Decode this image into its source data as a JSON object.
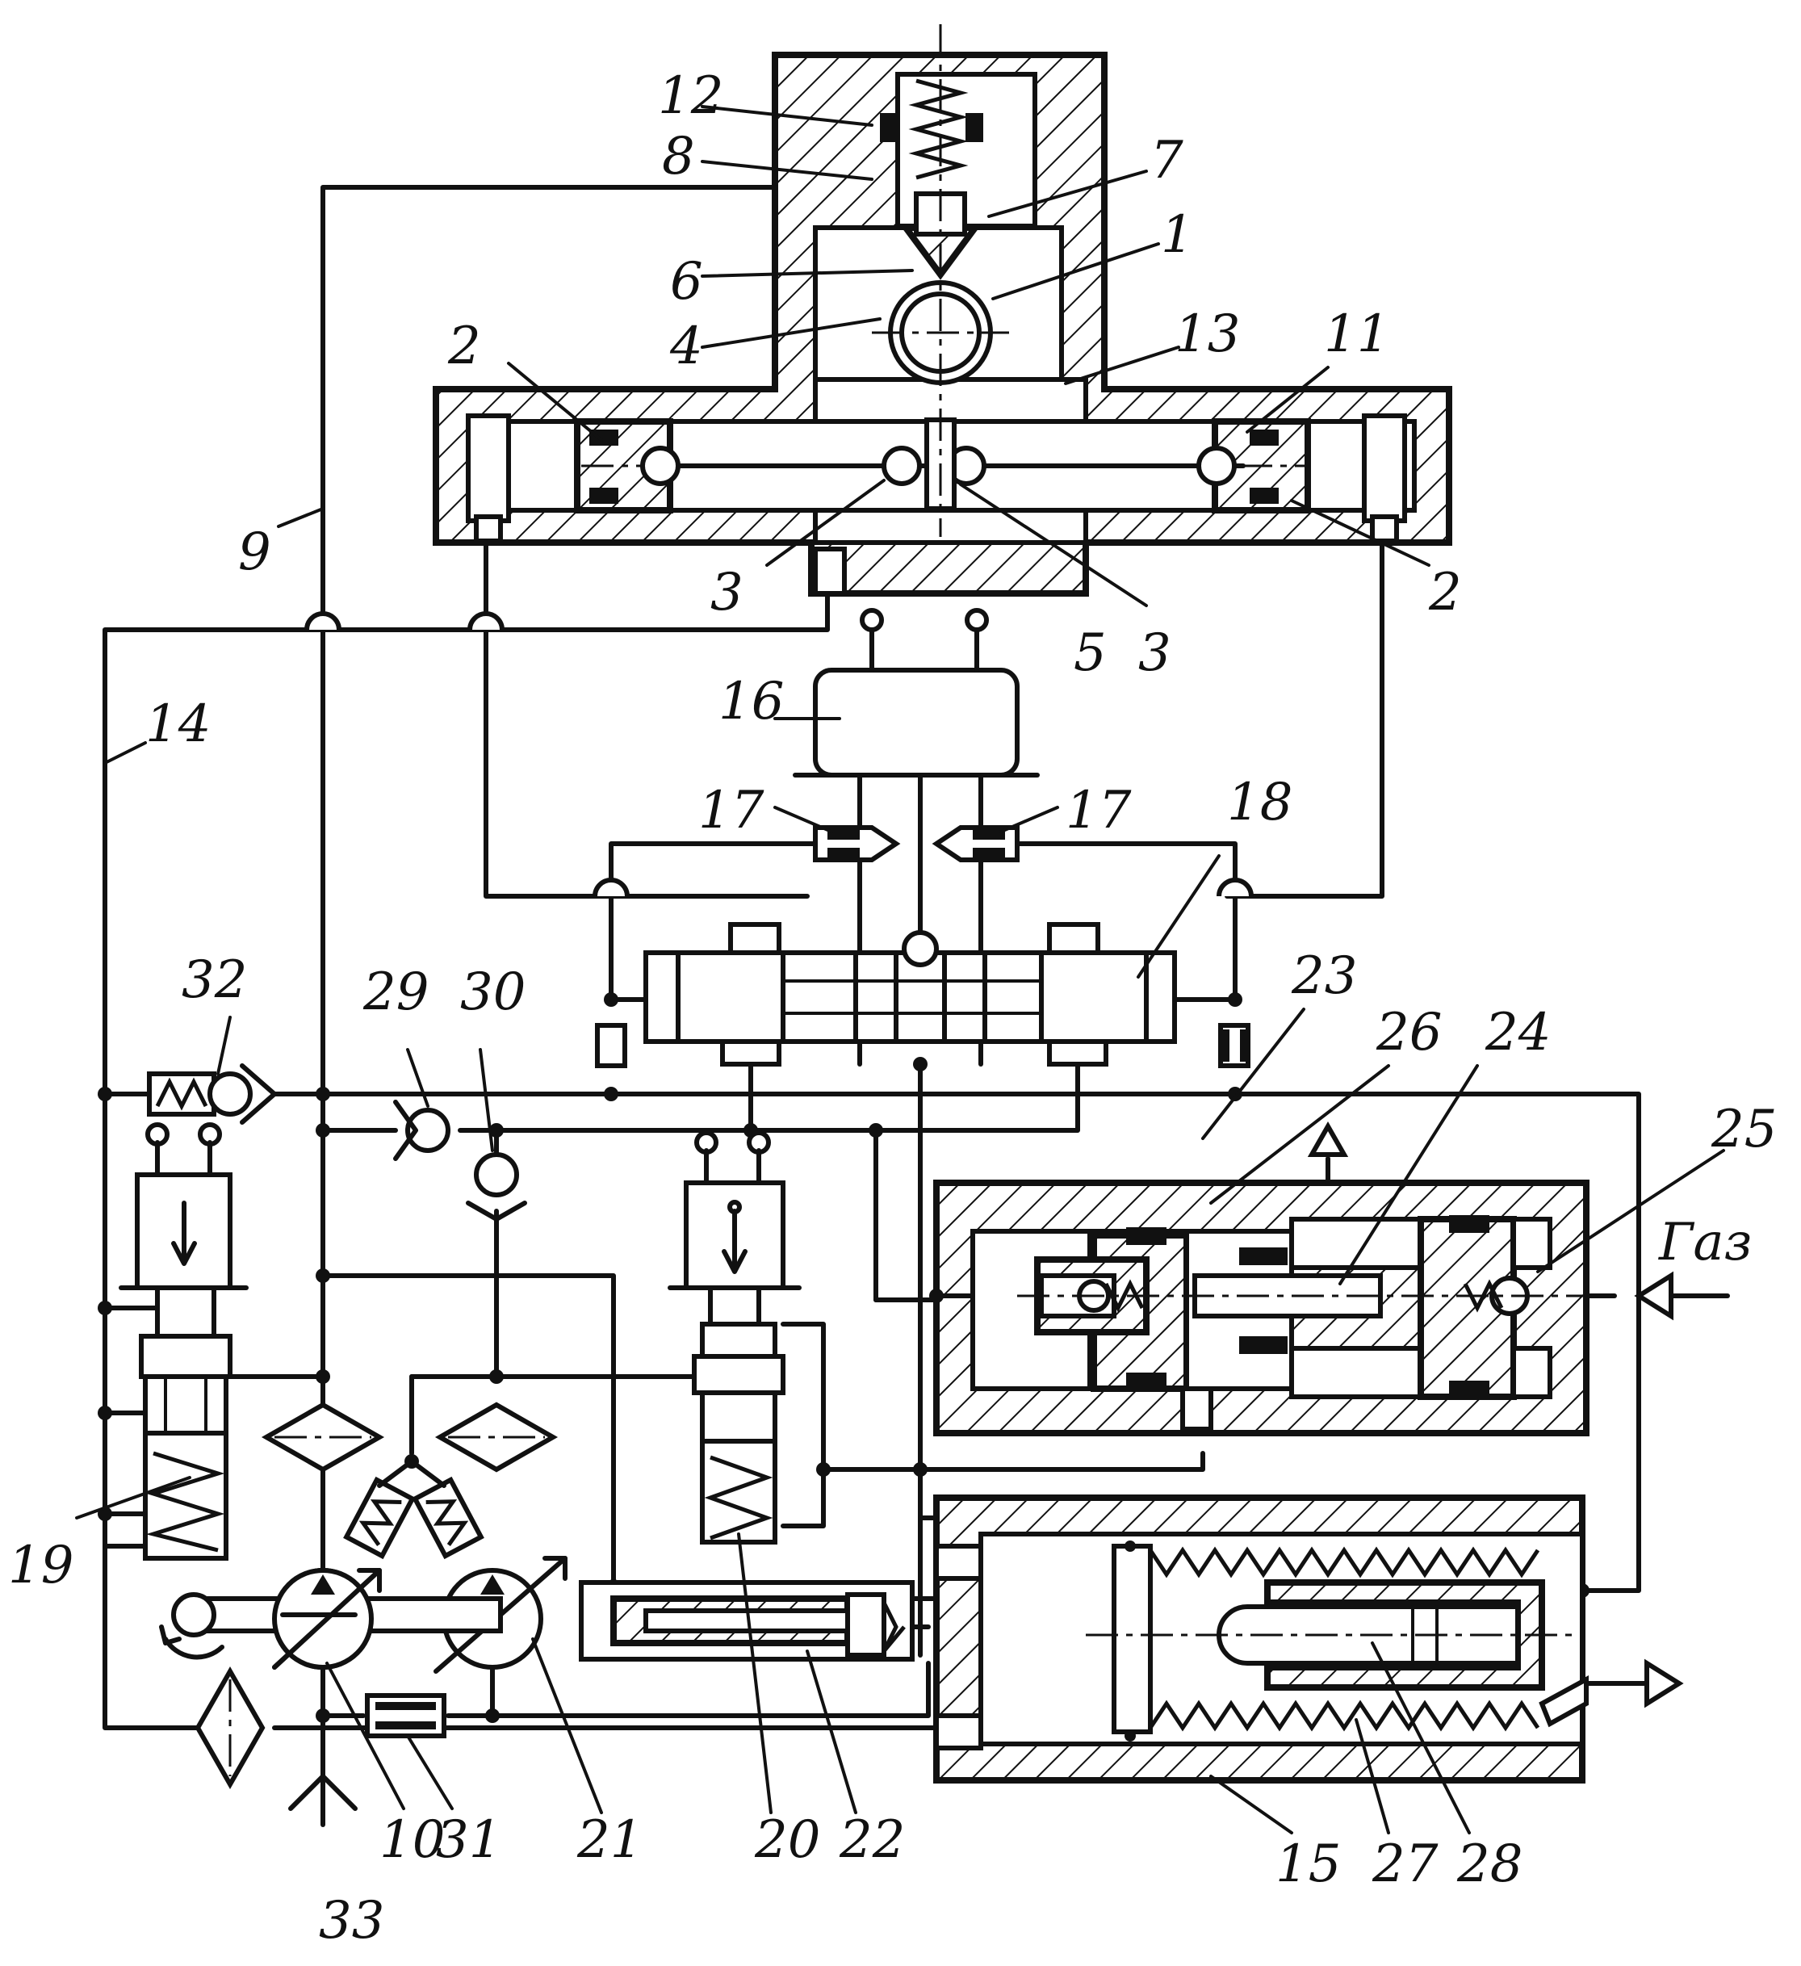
{
  "labels": {
    "n1": "1",
    "n2a": "2",
    "n2b": "2",
    "n3a": "3",
    "n3b": "3",
    "n4": "4",
    "n5": "5",
    "n6": "6",
    "n7": "7",
    "n8": "8",
    "n9": "9",
    "n10": "10",
    "n11": "11",
    "n12": "12",
    "n13": "13",
    "n14": "14",
    "n15": "15",
    "n16": "16",
    "n17a": "17",
    "n17b": "17",
    "n18": "18",
    "n19": "19",
    "n20": "20",
    "n21": "21",
    "n22": "22",
    "n23": "23",
    "n24": "24",
    "n25": "25",
    "n26": "26",
    "n27": "27",
    "n28": "28",
    "n29": "29",
    "n30": "30",
    "n31": "31",
    "n32": "32",
    "n33": "33",
    "gas": "Газ"
  }
}
